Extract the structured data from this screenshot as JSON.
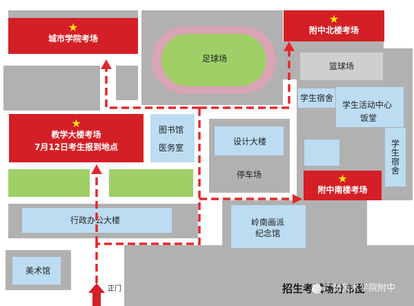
{
  "exam_sites": {
    "city_college": "城市学院考场",
    "north_building": "附中北楼考场",
    "teaching_building": "教学大楼考场",
    "report_note": "7月12日考生报到地点",
    "south_building": "附中南楼考场"
  },
  "buildings": {
    "football_field": "足球场",
    "basketball_court": "篮球场",
    "student_dorm_1": "学生宿舍",
    "activity_center": "学生活动中心",
    "canteen": "饭堂",
    "student_dorm_2": "学生宿舍",
    "library": "图书馆",
    "clinic": "医务室",
    "design_building": "设计大楼",
    "parking": "停车场",
    "admin_building": "行政办公大楼",
    "lingnan_hall_line1": "岭南画派",
    "lingnan_hall_line2": "纪念馆",
    "art_gallery": "美术馆",
    "main_gate": "正门"
  },
  "footer": {
    "title": "招生考试场分布图",
    "watermark": "广州美术学院附中"
  },
  "colors": {
    "exam_site_red": "#d51f26",
    "route_red": "#e3262b",
    "star_yellow": "#ffe600",
    "building_blue": "#bcdcf2",
    "field_green": "#9fcf66",
    "track_pink": "#d9a4b4",
    "block_gray": "#b1b1b1"
  },
  "icons": {
    "star": "star-icon",
    "entrance_arrow": "entrance-arrow-icon",
    "wechat": "wechat-icon"
  }
}
